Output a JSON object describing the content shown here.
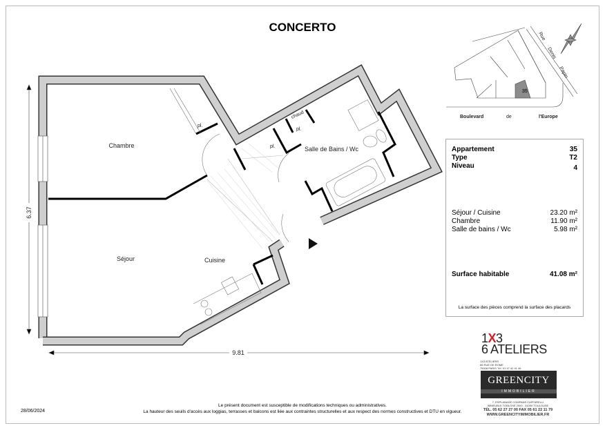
{
  "title": "CONCERTO",
  "rooms": {
    "chambre": "Chambre",
    "sejour": "Séjour",
    "cuisine": "Cuisine",
    "sdb": "Salle de Bains / Wc",
    "placard": "pl.",
    "chaud": "chaud"
  },
  "dimensions": {
    "height": "6.37",
    "width": "9.81"
  },
  "site_plan": {
    "street_1": "Boulevard",
    "street_2": "de",
    "street_3": "l'Europe",
    "rue_1": "Rue",
    "rue_2": "Denis",
    "rue_3": "Papin",
    "highlighted_lot": "35",
    "highlight_color": "#8c8c8c"
  },
  "info": {
    "apartment_label": "Appartement",
    "apartment_value": "35",
    "type_label": "Type",
    "type_value": "T2",
    "level_label": "Niveau",
    "level_value": "4",
    "areas": [
      {
        "label": "Séjour / Cuisine",
        "value": "23.20 m²"
      },
      {
        "label": "Chambre",
        "value": "11.90 m²"
      },
      {
        "label": "Salle de bains / Wc",
        "value": "5.98 m²"
      }
    ],
    "total_label": "Surface habitable",
    "total_value": "41.08 m²",
    "note": "La surface des pièces comprend la surface des placards"
  },
  "architect": {
    "logo_line1_a": "1",
    "logo_line1_x": "X",
    "logo_line1_b": "3",
    "logo_line2": "6 ATELIERS",
    "address_1": "1X3 ATELIERS",
    "address_2": "66 RUE DE ROME",
    "address_3": "75008 PARIS   Tél. 01 47 42 41 46",
    "accent_color": "#d0202a"
  },
  "developer": {
    "name": "GREENCITY",
    "subtitle": "IMMOBILIER",
    "address_1": "7, ESPLANADE COMPANS CAFFARELLI",
    "address_2": "IMMEUBLE TOBLOSE 2000 - 31000 TOULOUSE",
    "tel": "TÉL. 05 62 27 27 00  FAX 05 61 22 11 79",
    "web": "WWW.GREENCITYIMMOBILIER.FR"
  },
  "footer": {
    "date": "28/06/2024",
    "line_1": "Le présent document est susceptible de modifications techniques ou administratives.",
    "line_2": "La hauteur des seuils d'accès aux loggias, terrasses et balcons est liée aux contraintes structurelles et aux respect des normes constructives et DTU en vigueur."
  }
}
